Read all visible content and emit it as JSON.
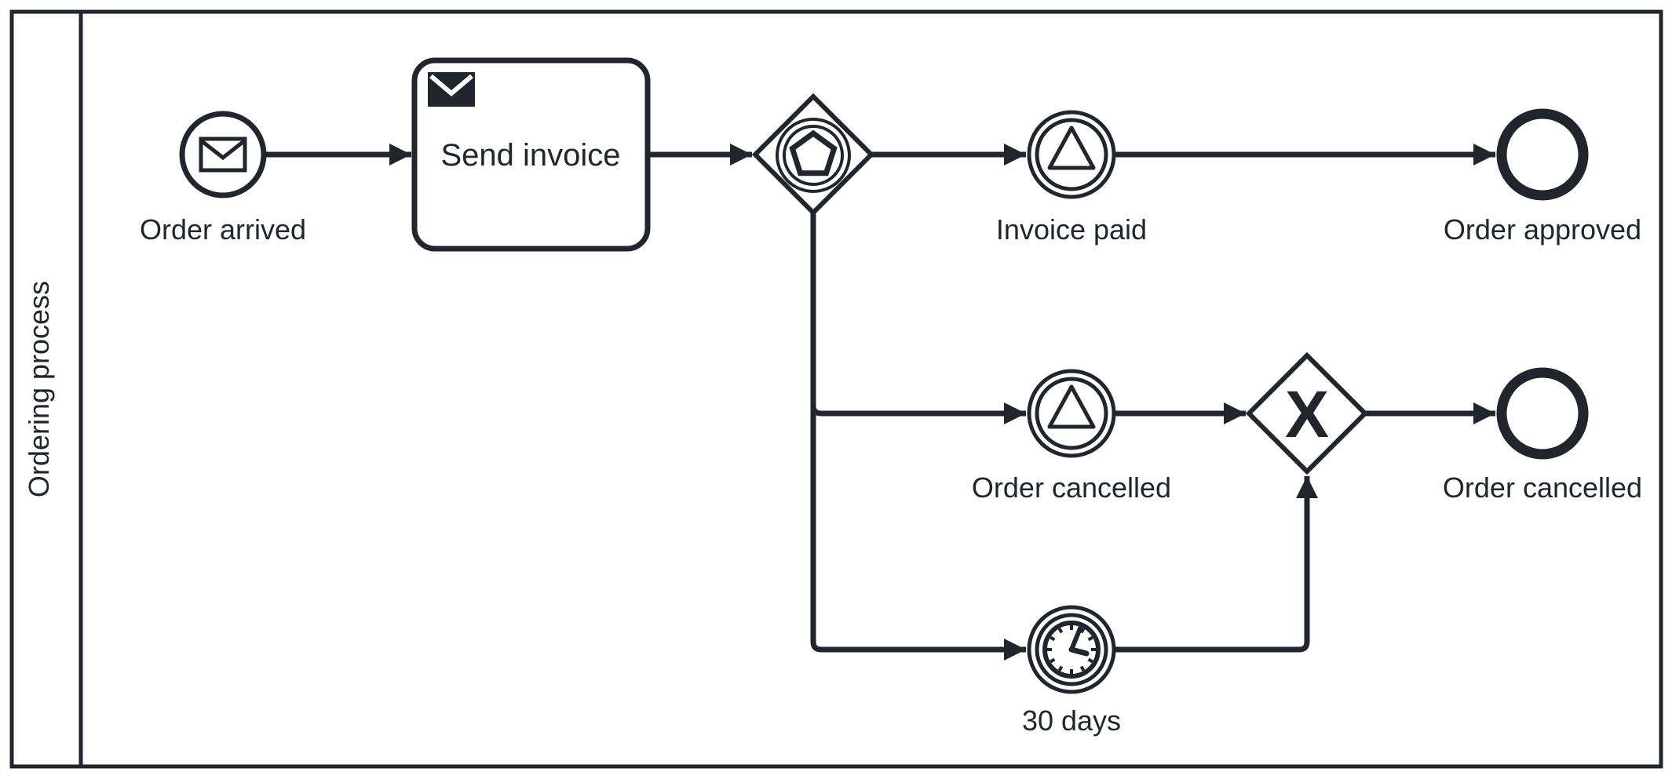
{
  "diagram": {
    "kind": "BPMN process diagram",
    "pool": {
      "label": "Ordering process"
    },
    "nodes": {
      "start": {
        "type": "message-start-event",
        "label": "Order arrived"
      },
      "send_invoice": {
        "type": "send-task",
        "label": "Send invoice"
      },
      "event_gateway": {
        "type": "event-based-gateway"
      },
      "invoice_paid": {
        "type": "signal-intermediate-catch-event",
        "label": "Invoice paid"
      },
      "order_approved": {
        "type": "end-event",
        "label": "Order approved"
      },
      "order_cancelled_event": {
        "type": "signal-intermediate-catch-event",
        "label": "Order cancelled"
      },
      "exclusive_gateway": {
        "type": "exclusive-gateway",
        "marker": "X"
      },
      "order_cancelled_end": {
        "type": "end-event",
        "label": "Order cancelled"
      },
      "timer_30_days": {
        "type": "timer-intermediate-catch-event",
        "label": "30 days"
      }
    },
    "colors": {
      "stroke": "#21252d",
      "background": "#ffffff"
    }
  }
}
